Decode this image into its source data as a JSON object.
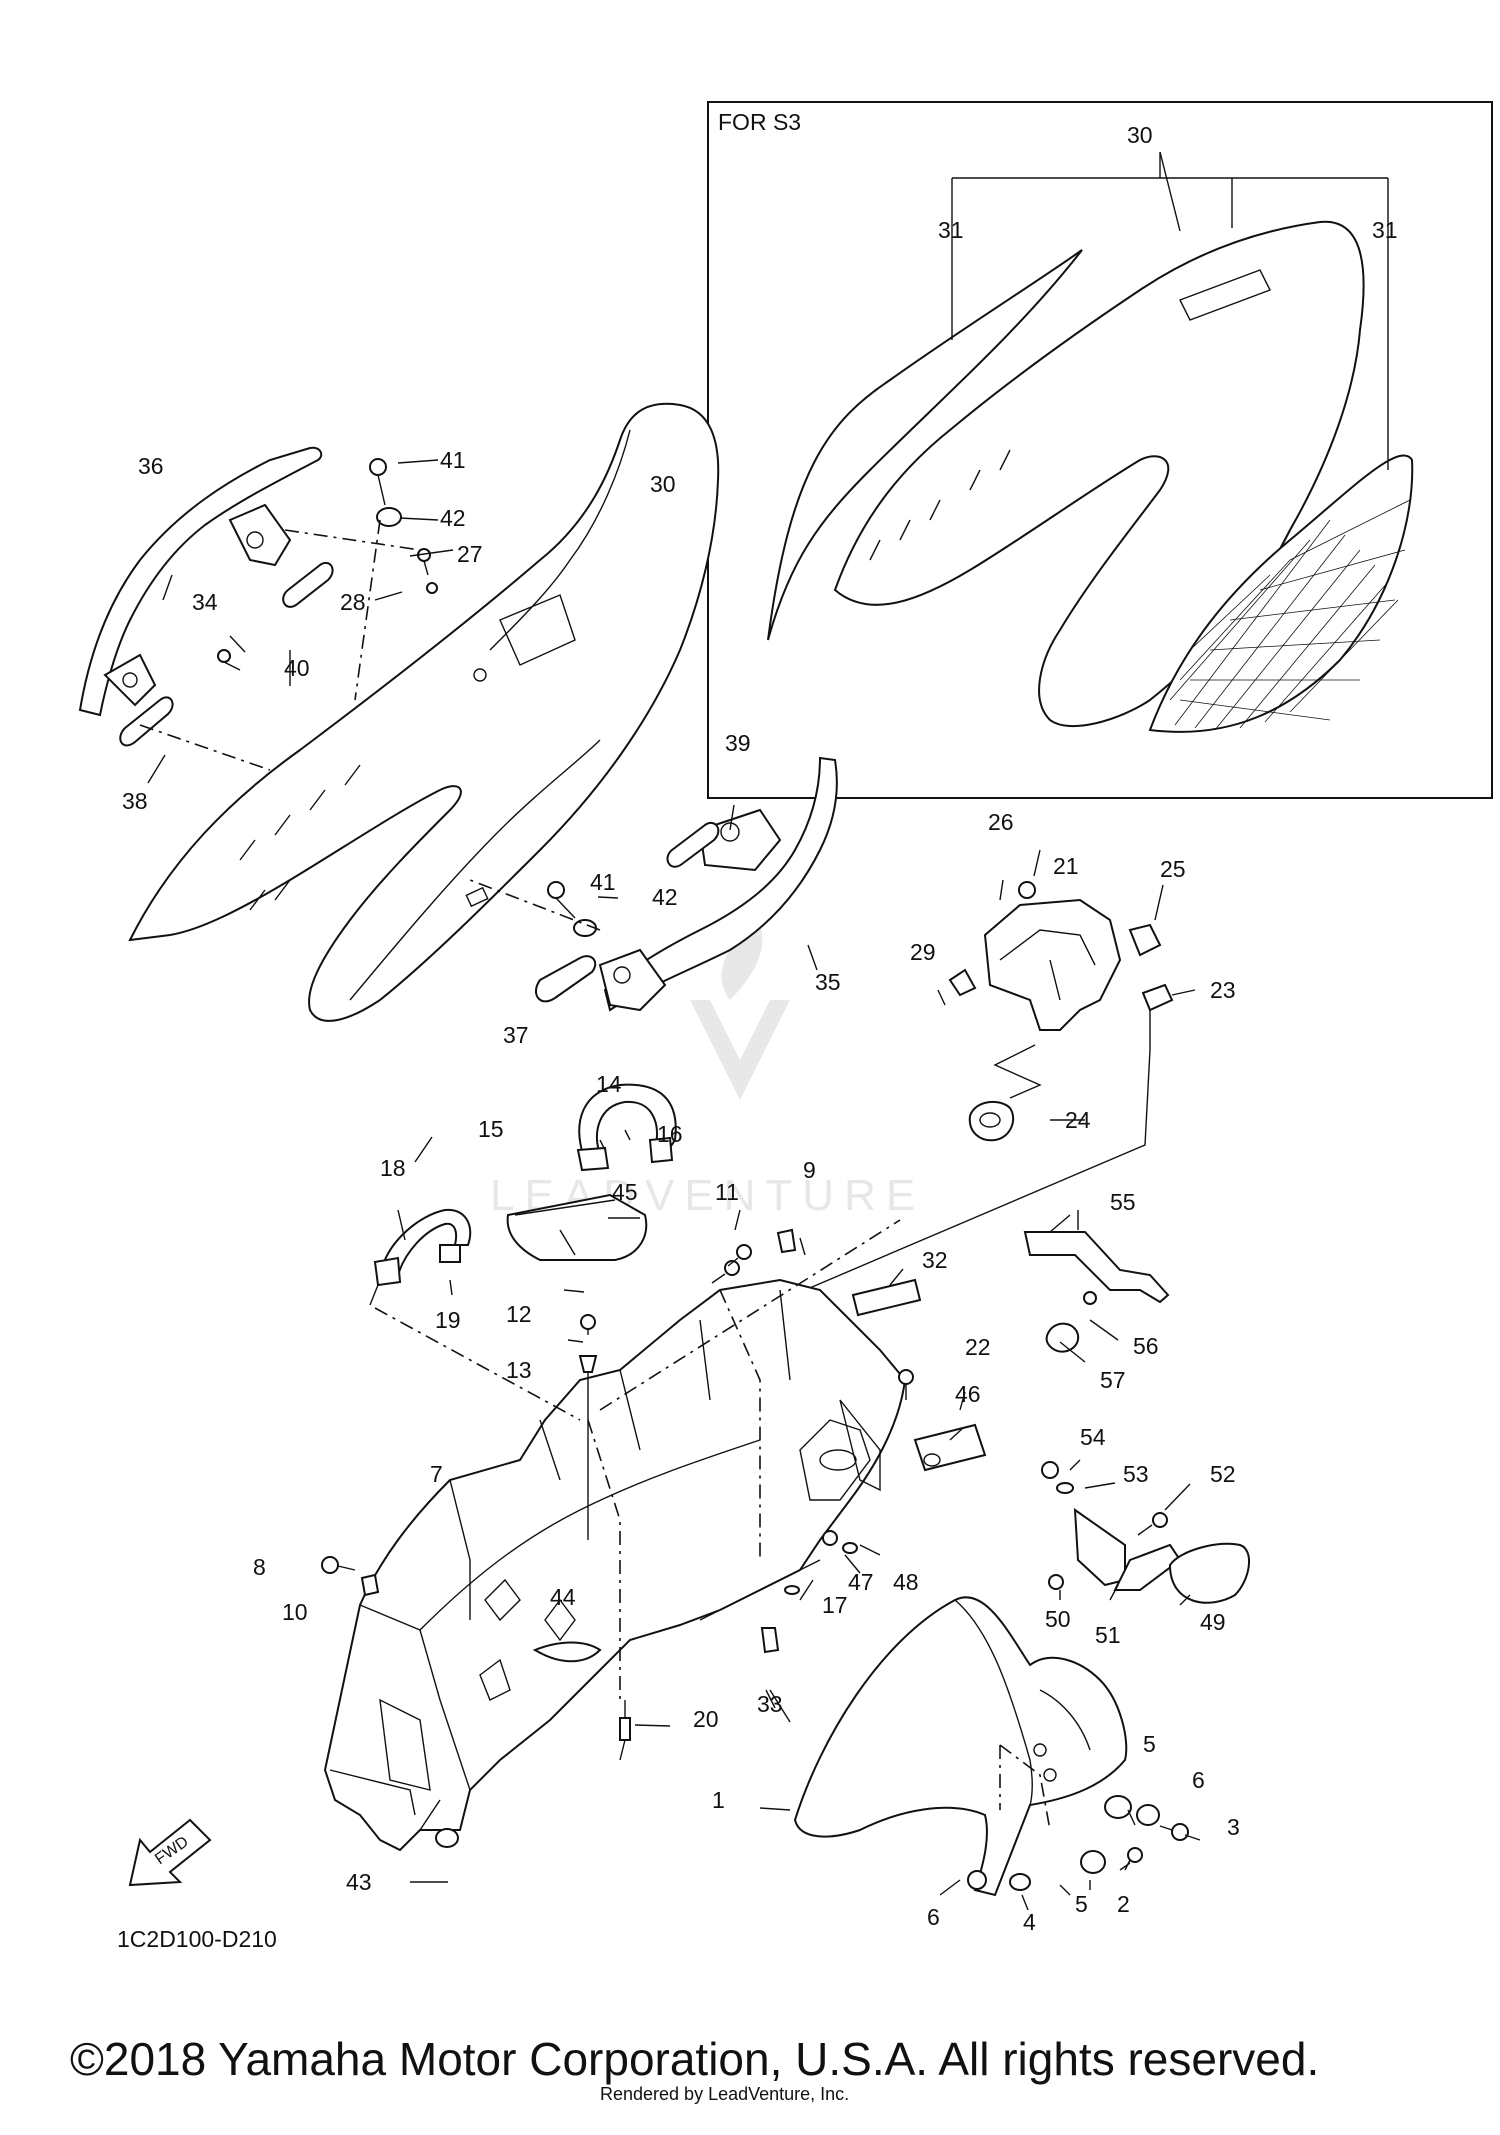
{
  "inset_label": "FOR S3",
  "diagram_code": "1C2D100-D210",
  "copyright": "©2018 Yamaha Motor Corporation, U.S.A. All rights reserved.",
  "rendered_by": "Rendered by LeadVenture, Inc.",
  "watermark_text": "LEADVENTURE",
  "fwd_label": "FWD",
  "callouts": {
    "c1": "1",
    "c2": "2",
    "c3": "3",
    "c4": "4",
    "c5a": "5",
    "c5b": "5",
    "c6a": "6",
    "c6b": "6",
    "c7": "7",
    "c8": "8",
    "c9": "9",
    "c10": "10",
    "c11": "11",
    "c12": "12",
    "c13": "13",
    "c14": "14",
    "c15": "15",
    "c16": "16",
    "c17": "17",
    "c18": "18",
    "c19": "19",
    "c20": "20",
    "c21": "21",
    "c22": "22",
    "c23": "23",
    "c24": "24",
    "c25": "25",
    "c26": "26",
    "c27": "27",
    "c28": "28",
    "c29": "29",
    "c30a": "30",
    "c30b": "30",
    "c31a": "31",
    "c31b": "31",
    "c32": "32",
    "c33": "33",
    "c34": "34",
    "c35": "35",
    "c36": "36",
    "c37": "37",
    "c38": "38",
    "c39": "39",
    "c40": "40",
    "c41a": "41",
    "c41b": "41",
    "c42a": "42",
    "c42b": "42",
    "c43": "43",
    "c44": "44",
    "c45": "45",
    "c46": "46",
    "c47": "47",
    "c48": "48",
    "c49": "49",
    "c50": "50",
    "c51": "51",
    "c52": "52",
    "c53": "53",
    "c54": "54",
    "c55": "55",
    "c56": "56",
    "c57": "57"
  }
}
